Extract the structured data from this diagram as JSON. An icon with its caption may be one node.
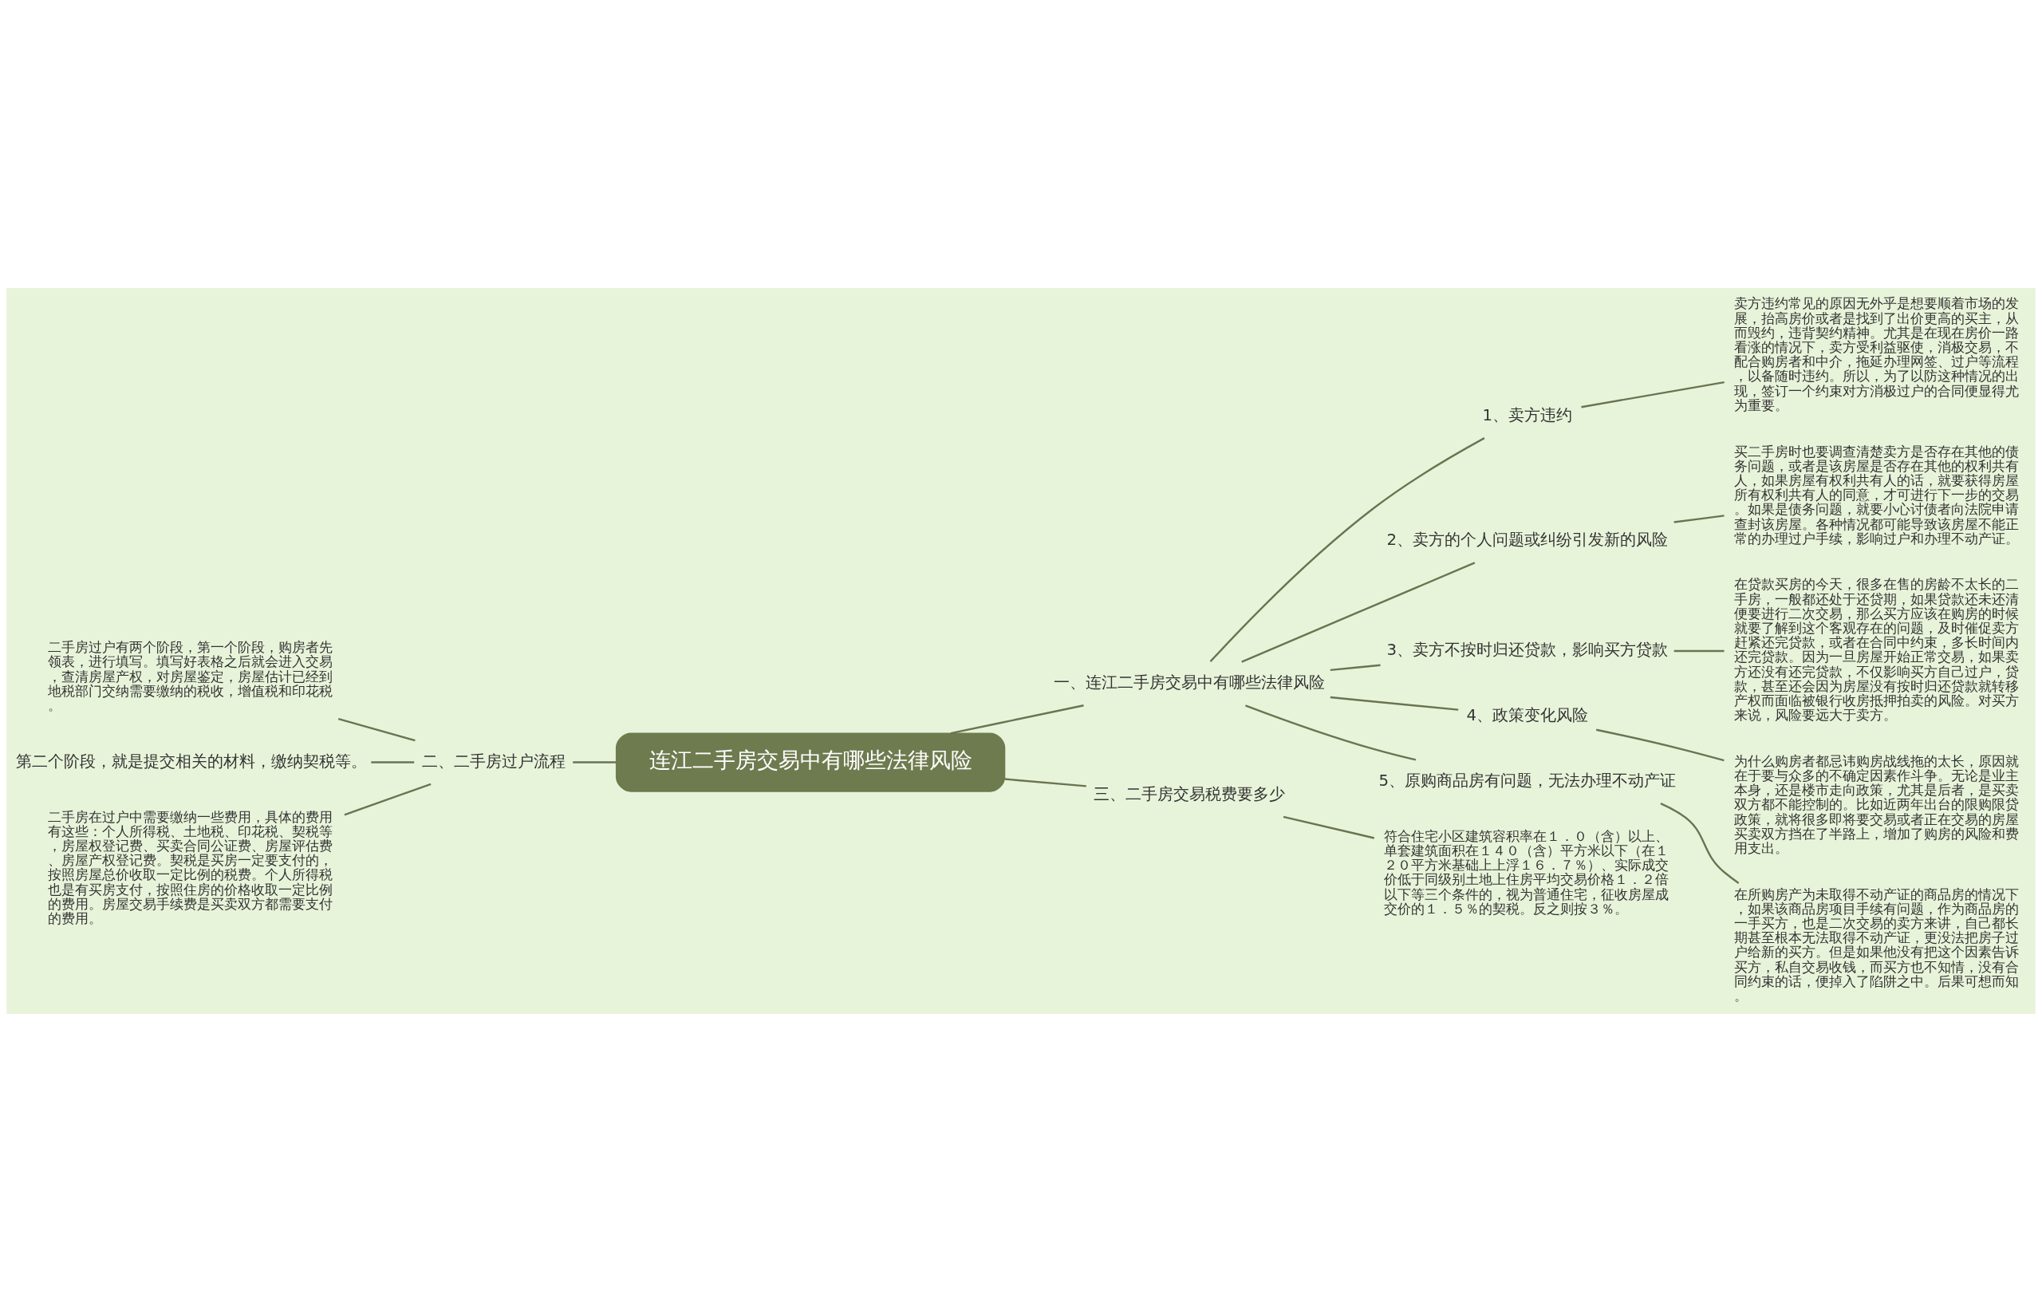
{
  "diagram": {
    "nodes": [
      {
        "text": [
          "连江二手房交易中有哪些法律风险"
        ]
      },
      {
        "text": [
          "一、连江二手房交易中有哪些法律风险"
        ]
      },
      {
        "text": [
          "1、卖方违约"
        ]
      },
      {
        "text": [
          "卖方违约常见的原因无外乎是想要顺着市场的发展，抬高房价或者是找到了出价更高的买主，从而毁约，违背契约精神。尤其是在现在房价一路看涨的情况下，卖方受利益驱使，消极交易，不配合购房者和中介，拖延办理网签、过户等流程，以备随时违约。所以，为了以防这种情况的出现，签订一个约束对方消极过户的合同便显得尤为重要。"
        ]
      },
      {
        "text": [
          "2、卖方的个人问题或纠纷引发新的风险"
        ]
      },
      {
        "text": [
          "买二手房时也要调查清楚卖方是否存在其他的债务问题，或者是该房屋是否存在其他的权利共有人，如果房屋有权利共有人的话，就要获得房屋所有权利共有人的同意，才可进行下一步的交易。如果是债务问题，就要小心讨债者向法院申请查封该房屋。各种情况都可能导致该房屋不能正常的办理过户手续，影响过户和办理不动产证。"
        ]
      },
      {
        "text": [
          "3、卖方不按时归还贷款，影响买方贷款"
        ]
      },
      {
        "text": [
          "在贷款买房的今天，很多在售的房龄不太长的二手房，一般都还处于还贷期，如果贷款还未还清便要进行二次交易，那么买方应该在购房的时候就要了解到这个客观存在的问题，及时催促卖方赶紧还完贷款，或者在合同中约束，多长时间内还完贷款。因为一旦房屋开始正常交易，如果卖方还没有还完贷款，不仅影响买方自己过户，贷款，甚至还会因为房屋没有按时归还贷款就转移产权而面临被银行收房抵押拍卖的风险。对买方来说，风险要远大于卖方。"
        ]
      },
      {
        "text": [
          "4、政策变化风险"
        ]
      },
      {
        "text": [
          "为什么购房者都忌讳购房战线拖的太长，原因就在于要与众多的不确定因素作斗争。无论是业主本身，还是楼市走向政策，尤其是后者，是买卖双方都不能控制的。比如近两年出台的限购限贷政策，就将很多即将要交易或者正在交易的房屋买卖双方挡在了半路上，增加了购房的风险和费用支出。"
        ]
      },
      {
        "text": [
          "5、原购商品房有问题，无法办理不动产证"
        ]
      },
      {
        "text": [
          "在所购房产为未取得不动产证的商品房的情况下，如果该商品房项目手续有问题，作为商品房的一手买方，也是二次交易的卖方来讲，自己都长期甚至根本无法取得不动产证，更没法把房子过户给新的买方。但是如果他没有把这个因素告诉买方，私自交易收钱，而买方也不知情，没有合同约束的话，便掉入了陷阱之中。后果可想而知。"
        ]
      },
      {
        "text": [
          "二、二手房过户流程"
        ]
      },
      {
        "text": [
          "二手房过户有两个阶段，第一个阶段，购房者先领表，进行填写。填写好表格之后就会进入交易，查清房屋产权，对房屋鉴定，房屋估计已经到地税部门交纳需要缴纳的税收，增值税和印花税。"
        ]
      },
      {
        "text": [
          "第二个阶段，就是提交相关的材料，缴纳契税等。"
        ]
      },
      {
        "text": [
          "二手房在过户中需要缴纳一些费用，具体的费用有这些：个人所得税、土地税、印花税、契税等，房屋权登记费、买卖合同公证费、房屋评估费、房屋产权登记费。契税是买房一定要支付的，按照房屋总价收取一定比例的税费。个人所得税也是有买房支付，按照住房的价格收取一定比例的费用。房屋交易手续费是买卖双方都需要支付的费用。"
        ]
      },
      {
        "text": [
          "三、二手房交易税费要多少"
        ]
      },
      {
        "text": [
          "符合住宅小区建筑容积率在１．０（含）以上、单套建筑面积在１４０（含）平方米以下（在１２０平方米基础上上浮１６．７％）、实际成交价低于同级别土地上住房平均交易价格１．２倍以下等三个条件的，视为普通住宅，征收房屋成交价的１．５％的契税。反之则按３％。"
        ]
      }
    ],
    "edges": [
      {
        "from": 0,
        "to": 1,
        "arrow": "none"
      },
      {
        "from": 1,
        "to": 2,
        "arrow": "none"
      },
      {
        "from": 2,
        "to": 3,
        "arrow": "none"
      },
      {
        "from": 1,
        "to": 4,
        "arrow": "none"
      },
      {
        "from": 4,
        "to": 5,
        "arrow": "none"
      },
      {
        "from": 1,
        "to": 6,
        "arrow": "none"
      },
      {
        "from": 6,
        "to": 7,
        "arrow": "none"
      },
      {
        "from": 1,
        "to": 8,
        "arrow": "none"
      },
      {
        "from": 8,
        "to": 9,
        "arrow": "none"
      },
      {
        "from": 1,
        "to": 10,
        "arrow": "none"
      },
      {
        "from": 10,
        "to": 11,
        "arrow": "none"
      },
      {
        "from": 13,
        "to": 12,
        "arrow": "none"
      },
      {
        "from": 14,
        "to": 12,
        "arrow": "none"
      },
      {
        "from": 15,
        "to": 12,
        "arrow": "none"
      },
      {
        "from": 12,
        "to": 0,
        "arrow": "none"
      },
      {
        "from": 0,
        "to": 16,
        "arrow": "none"
      },
      {
        "from": 16,
        "to": 17,
        "arrow": "none"
      }
    ]
  }
}
